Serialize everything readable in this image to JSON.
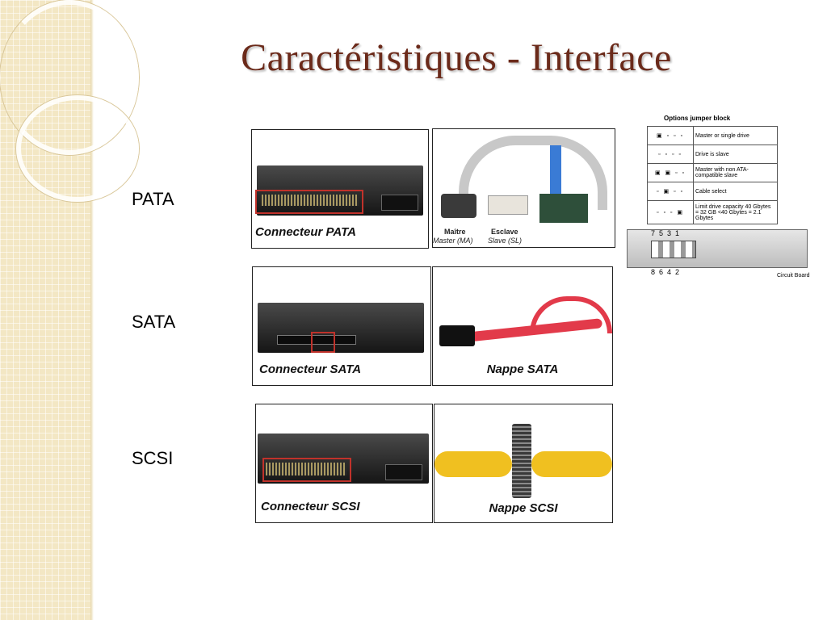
{
  "slide": {
    "title": "Caractéristiques - Interface",
    "rows": [
      {
        "label": "PATA"
      },
      {
        "label": "SATA"
      },
      {
        "label": "SCSI"
      }
    ]
  },
  "pata": {
    "connector_caption": "Connecteur PATA",
    "cable": {
      "master_title": "Maître",
      "master_sub": "Master (MA)",
      "slave_title": "Esclave",
      "slave_sub": "Slave (SL)"
    }
  },
  "sata": {
    "connector_caption": "Connecteur SATA",
    "cable_caption": "Nappe SATA"
  },
  "scsi": {
    "connector_caption": "Connecteur SCSI",
    "cable_caption": "Nappe SCSI"
  },
  "jumper": {
    "title": "Options jumper block",
    "options": [
      {
        "pins": "▣ ▫ ▫ ▫",
        "label": "Master or single drive"
      },
      {
        "pins": "▫ ▫ ▫ ▫",
        "label": "Drive is slave"
      },
      {
        "pins": "▣ ▣ ▫ ▫",
        "label": "Master with non ATA-compatible slave"
      },
      {
        "pins": "▫ ▣ ▫ ▫",
        "label": "Cable select"
      },
      {
        "pins": "▫ ▫ ▫ ▣",
        "label": "Limit drive capacity 40 Gbytes = 32 GB <40 Gbytes = 2.1 Gbytes"
      }
    ],
    "top_numbers": "7  5  3  1",
    "bottom_numbers": "8  6  4  2",
    "board_label": "Circuit Board"
  },
  "colors": {
    "title": "#6b2a1a",
    "sidebar": "#f3e7c4",
    "highlight": "#c0322b",
    "sata_cable": "#e23a4a",
    "scsi_cable": "#f0c020"
  }
}
